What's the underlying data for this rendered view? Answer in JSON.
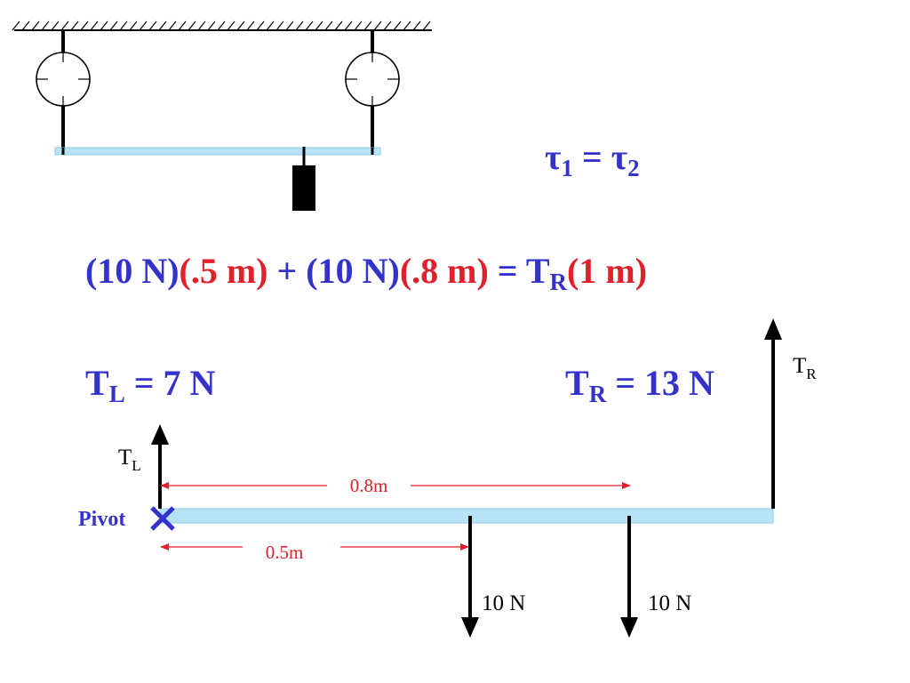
{
  "colors": {
    "label_blue": "#3333cc",
    "label_red": "#e0202a",
    "beam_fill": "#b7e3f7",
    "beam_stroke": "#8cc8e6"
  },
  "icons": [
    "ceiling-hatch",
    "spring-scale-icon",
    "hanging-weight-icon",
    "pivot-x-icon",
    "arrow-up-icon",
    "arrow-down-icon"
  ],
  "equations": {
    "torque_balance": {
      "main_1": "τ",
      "sub_1": "1",
      "eq": " = ",
      "main_2": "τ",
      "sub_2": "2"
    },
    "torque_sum": {
      "f1": "(10 N)",
      "d1": "(.5 m)",
      "plus": " + ",
      "f2": "(10 N)",
      "d2": "(.8 m)",
      "eq": " = T",
      "sub": "R",
      "dr": "(1 m)"
    },
    "result_left": {
      "main": "T",
      "sub": "L",
      "value": " = 7 N"
    },
    "result_right": {
      "main": "T",
      "sub": "R",
      "value": " = 13 N"
    }
  },
  "diagram": {
    "tension_left": {
      "main": "T",
      "sub": "L"
    },
    "tension_right": {
      "main": "T",
      "sub": "R"
    },
    "pivot_label": "Pivot",
    "dim_long": "0.8m",
    "dim_short": "0.5m",
    "weight_1": "10 N",
    "weight_2": "10 N"
  }
}
